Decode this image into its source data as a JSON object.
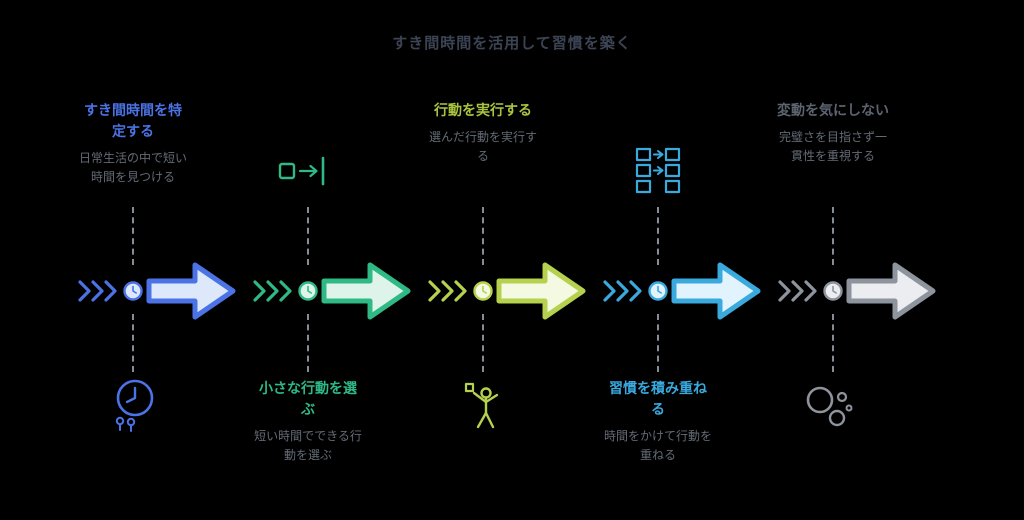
{
  "title": "すき間時間を活用して習慣を築く",
  "background": "#000000",
  "title_color": "#3c4454",
  "desc_color": "#646b76",
  "dash_color": "#878d96",
  "steps": [
    {
      "label": "すき間時間を特定する",
      "description": "日常生活の中で短い時間を見つける",
      "accent": "#4b73e6",
      "fill": "#dde8fb",
      "label_color": "#4b73e6",
      "icon": "clock-icon",
      "text_position": "top"
    },
    {
      "label": "小さな行動を選ぶ",
      "description": "短い時間でできる行動を選ぶ",
      "accent": "#2eb985",
      "fill": "#def3ea",
      "label_color": "#2eb985",
      "icon": "box-insert-icon",
      "text_position": "bottom"
    },
    {
      "label": "行動を実行する",
      "description": "選んだ行動を実行する",
      "accent": "#b5d14d",
      "fill": "#f4f9e2",
      "label_color": "#a9c53f",
      "icon": "person-celebrating-icon",
      "text_position": "top"
    },
    {
      "label": "習慣を積み重ねる",
      "description": "時間をかけて行動を重ねる",
      "accent": "#39a9de",
      "fill": "#e1f3fc",
      "label_color": "#39a9de",
      "icon": "stacked-blocks-icon",
      "text_position": "bottom"
    },
    {
      "label": "変動を気にしない",
      "description": "完璧さを目指さず一貫性を重視する",
      "accent": "#8e949d",
      "fill": "#ebedf0",
      "label_color": "#5d6470",
      "icon": "bubbles-icon",
      "text_position": "top"
    }
  ]
}
